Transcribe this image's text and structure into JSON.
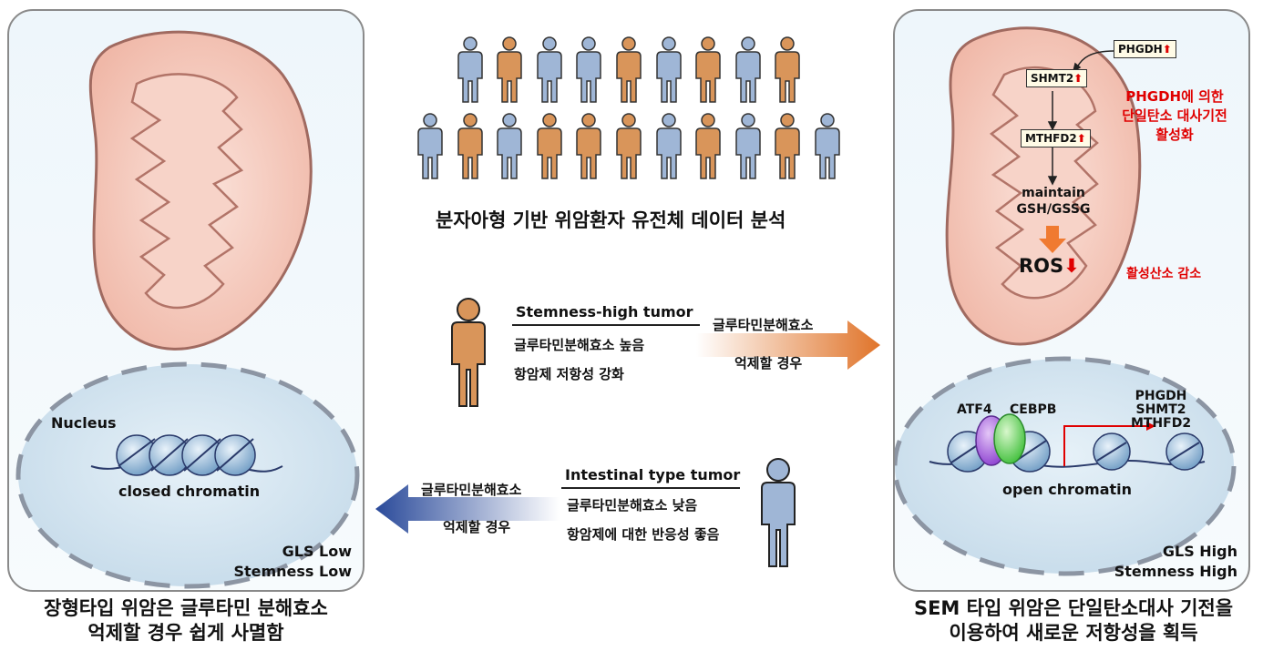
{
  "center": {
    "analysis_title": "분자아형 기반 위암환자 유전체 데이터 분석",
    "people_rows": [
      [
        "blue",
        "orange",
        "blue",
        "blue",
        "orange",
        "blue",
        "orange",
        "blue",
        "orange"
      ],
      [
        "blue",
        "orange",
        "blue",
        "orange",
        "orange",
        "orange",
        "blue",
        "orange",
        "blue",
        "orange",
        "blue"
      ]
    ],
    "stemness_block": {
      "title": "Stemness-high tumor",
      "line1": "글루타민분해효소 높음",
      "line2": "항암제 저항성 강화",
      "arrow_top": "글루타민분해효소",
      "arrow_bottom": "억제할 경우"
    },
    "intestinal_block": {
      "title": "Intestinal type tumor",
      "line1": "글루타민분해효소 낮음",
      "line2": "항암제에 대한 반응성 좋음",
      "arrow_top": "글루타민분해효소",
      "arrow_bottom": "억제할 경우"
    }
  },
  "left_panel": {
    "nucleus_label": "Nucleus",
    "chromatin_label": "closed chromatin",
    "status_line1": "GLS Low",
    "status_line2": "Stemness Low",
    "caption_line1": "장형타입 위암은 글루타민 분해효소",
    "caption_line2": "억제할 경우 쉽게 사멸함"
  },
  "right_panel": {
    "gene_phgdh": "PHGDH",
    "gene_shmt2": "SHMT2",
    "gene_mthfd2": "MTHFD2",
    "up_symbol": "⬆",
    "down_symbol": "⬇",
    "maintain_line1": "maintain",
    "maintain_line2": "GSH/GSSG",
    "ros_label": "ROS",
    "annotation_line1": "PHGDH에 의한",
    "annotation_line2": "단일탄소 대사기전",
    "annotation_line3": "활성화",
    "ros_annotation": "활성산소 감소",
    "tf1": "ATF4",
    "tf2": "CEBPB",
    "target_gene1": "PHGDH",
    "target_gene2": "SHMT2",
    "target_gene3": "MTHFD2",
    "chromatin_label": "open chromatin",
    "status_line1": "GLS High",
    "status_line2": "Stemness High",
    "caption_line1": "SEM 타입 위암은 단일탄소대사 기전을",
    "caption_line2": "이용하여 새로운 저항성을 획득"
  },
  "colors": {
    "person_blue": "#9fb6d6",
    "person_orange": "#d9955a",
    "arrow_orange": "#e0742a",
    "arrow_blue": "#2a4a9a",
    "red": "#e00000"
  }
}
